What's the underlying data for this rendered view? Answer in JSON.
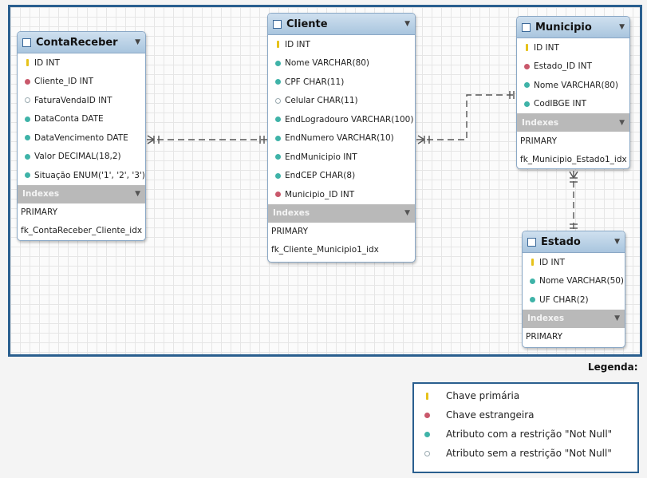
{
  "tables": {
    "conta_receber": {
      "name": "ContaReceber",
      "columns": [
        {
          "text": "ID INT",
          "kind": "pk"
        },
        {
          "text": "Cliente_ID INT",
          "kind": "fk"
        },
        {
          "text": "FaturaVendaID INT",
          "kind": "null"
        },
        {
          "text": "DataConta DATE",
          "kind": "notnull"
        },
        {
          "text": "DataVencimento DATE",
          "kind": "notnull"
        },
        {
          "text": "Valor DECIMAL(18,2)",
          "kind": "notnull"
        },
        {
          "text": "Situação ENUM('1', '2', '3')",
          "kind": "notnull"
        }
      ],
      "indexes_label": "Indexes",
      "indexes": [
        "PRIMARY",
        "fk_ContaReceber_Cliente_idx"
      ]
    },
    "cliente": {
      "name": "Cliente",
      "columns": [
        {
          "text": "ID INT",
          "kind": "pk"
        },
        {
          "text": "Nome VARCHAR(80)",
          "kind": "notnull"
        },
        {
          "text": "CPF CHAR(11)",
          "kind": "notnull"
        },
        {
          "text": "Celular CHAR(11)",
          "kind": "null"
        },
        {
          "text": "EndLogradouro VARCHAR(100)",
          "kind": "notnull"
        },
        {
          "text": "EndNumero VARCHAR(10)",
          "kind": "notnull"
        },
        {
          "text": "EndMunicipio INT",
          "kind": "notnull"
        },
        {
          "text": "EndCEP CHAR(8)",
          "kind": "notnull"
        },
        {
          "text": "Municipio_ID INT",
          "kind": "fk"
        }
      ],
      "indexes_label": "Indexes",
      "indexes": [
        "PRIMARY",
        "fk_Cliente_Municipio1_idx"
      ]
    },
    "municipio": {
      "name": "Municipio",
      "columns": [
        {
          "text": "ID INT",
          "kind": "pk"
        },
        {
          "text": "Estado_ID INT",
          "kind": "fk"
        },
        {
          "text": "Nome VARCHAR(80)",
          "kind": "notnull"
        },
        {
          "text": "CodIBGE INT",
          "kind": "notnull"
        }
      ],
      "indexes_label": "Indexes",
      "indexes": [
        "PRIMARY",
        "fk_Municipio_Estado1_idx"
      ]
    },
    "estado": {
      "name": "Estado",
      "columns": [
        {
          "text": "ID INT",
          "kind": "pk"
        },
        {
          "text": "Nome VARCHAR(50)",
          "kind": "notnull"
        },
        {
          "text": "UF CHAR(2)",
          "kind": "notnull"
        }
      ],
      "indexes_label": "Indexes",
      "indexes": [
        "PRIMARY"
      ]
    }
  },
  "legend": {
    "title": "Legenda:",
    "items": [
      {
        "text": "Chave primária",
        "kind": "pk"
      },
      {
        "text": "Chave estrangeira",
        "kind": "fk"
      },
      {
        "text": "Atributo com a restrição \"Not Null\"",
        "kind": "notnull"
      },
      {
        "text": "Atributo sem a restrição \"Not Null\"",
        "kind": "null"
      }
    ]
  },
  "colors": {
    "frame": "#2a5f8f",
    "header": "#a9c5de",
    "pk": "#e6c21a",
    "fk": "#c9586b",
    "notnull": "#3fb3a8"
  }
}
